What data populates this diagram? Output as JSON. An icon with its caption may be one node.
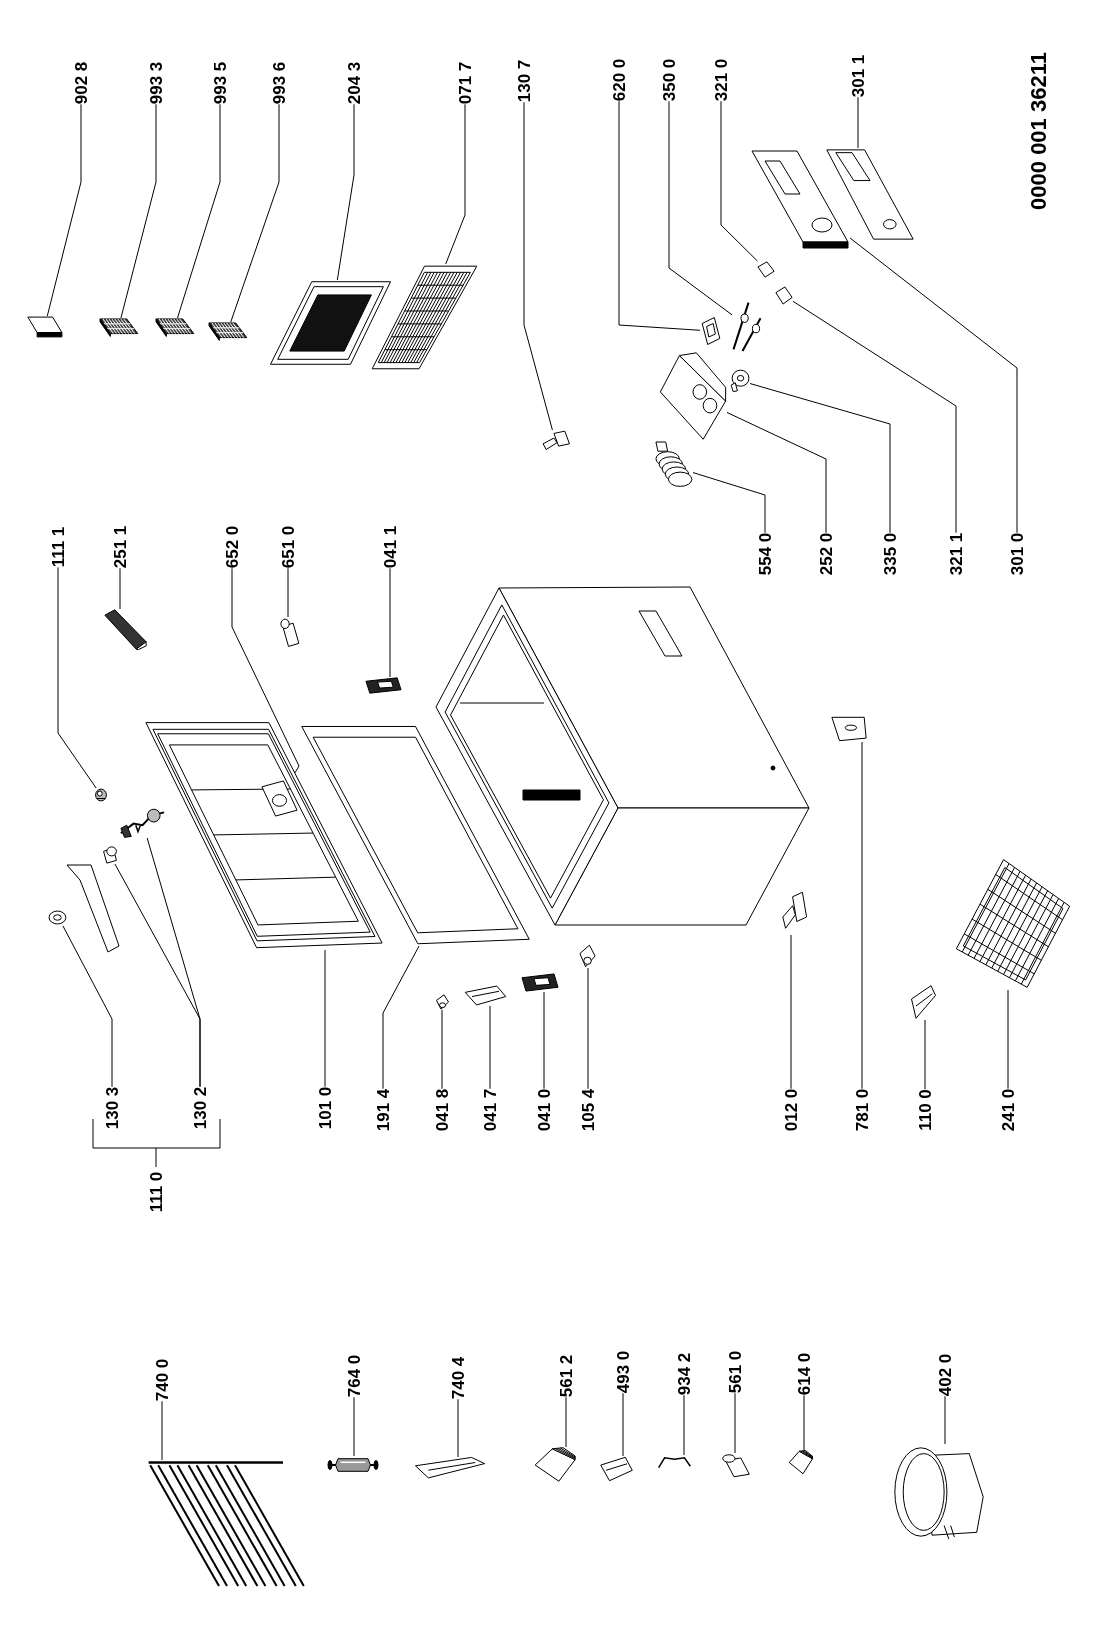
{
  "diagram": {
    "nodes": [
      {
        "text": [
          "902 8"
        ]
      },
      {
        "text": [],
        "shape": "picture"
      },
      {
        "text": [
          "993 3"
        ]
      },
      {
        "text": [],
        "shape": "picture"
      },
      {
        "text": [
          "993 5"
        ]
      },
      {
        "text": [],
        "shape": "picture"
      },
      {
        "text": [
          "993 6"
        ]
      },
      {
        "text": [],
        "shape": "picture"
      },
      {
        "text": [
          "204 3"
        ]
      },
      {
        "text": [],
        "shape": "picture"
      },
      {
        "text": [
          "071 7"
        ]
      },
      {
        "text": [],
        "shape": "picture"
      },
      {
        "text": [
          "130 7"
        ]
      },
      {
        "text": [],
        "shape": "picture"
      },
      {
        "text": [
          "620 0"
        ]
      },
      {
        "text": [],
        "shape": "picture"
      },
      {
        "text": [
          "350 0"
        ]
      },
      {
        "text": [],
        "shape": "picture"
      },
      {
        "text": [
          "321 0"
        ]
      },
      {
        "text": [],
        "shape": "picture"
      },
      {
        "text": [
          "301 1"
        ]
      },
      {
        "text": [],
        "shape": "picture"
      },
      {
        "text": [
          "111 1"
        ]
      },
      {
        "text": [],
        "shape": "picture"
      },
      {
        "text": [
          "251 1"
        ]
      },
      {
        "text": [],
        "shape": "picture"
      },
      {
        "text": [
          "652 0"
        ]
      },
      {
        "text": [],
        "shape": "picture",
        "in": 48
      },
      {
        "text": [
          "651 0"
        ]
      },
      {
        "text": [],
        "shape": "picture"
      },
      {
        "text": [
          "041 1"
        ]
      },
      {
        "text": [],
        "shape": "picture"
      },
      {
        "text": [
          "554 0"
        ]
      },
      {
        "text": [],
        "shape": "picture"
      },
      {
        "text": [
          "252 0"
        ]
      },
      {
        "text": [],
        "shape": "picture"
      },
      {
        "text": [
          "335 0"
        ]
      },
      {
        "text": [],
        "shape": "picture"
      },
      {
        "text": [
          "321 1"
        ]
      },
      {
        "text": [],
        "shape": "picture"
      },
      {
        "text": [
          "301 0"
        ]
      },
      {
        "text": [],
        "shape": "picture"
      },
      {
        "text": [
          "130 3"
        ]
      },
      {
        "text": [],
        "shape": "picture"
      },
      {
        "text": [
          "130 2"
        ]
      },
      {
        "text": [],
        "shape": "picture"
      },
      {
        "text": [],
        "shape": "picture"
      },
      {
        "text": [
          "101 0"
        ]
      },
      {
        "text": [],
        "shape": "picture"
      },
      {
        "text": [
          "191 4"
        ]
      },
      {
        "text": [],
        "shape": "picture"
      },
      {
        "text": [
          "041 8"
        ]
      },
      {
        "text": [],
        "shape": "picture"
      },
      {
        "text": [
          "041 7"
        ]
      },
      {
        "text": [],
        "shape": "picture"
      },
      {
        "text": [
          "041 0"
        ]
      },
      {
        "text": [],
        "shape": "picture"
      },
      {
        "text": [
          "105 4"
        ]
      },
      {
        "text": [],
        "shape": "picture"
      },
      {
        "text": [
          "012 0"
        ]
      },
      {
        "text": [],
        "shape": "picture"
      },
      {
        "text": [
          "781 0"
        ]
      },
      {
        "text": [],
        "shape": "picture"
      },
      {
        "text": [
          "110 0"
        ]
      },
      {
        "text": [],
        "shape": "picture"
      },
      {
        "text": [
          "241 0"
        ]
      },
      {
        "text": [],
        "shape": "picture"
      },
      {
        "text": [
          "740 0"
        ]
      },
      {
        "text": [],
        "shape": "picture"
      },
      {
        "text": [
          "764 0"
        ]
      },
      {
        "text": [],
        "shape": "picture"
      },
      {
        "text": [
          "740 4"
        ]
      },
      {
        "text": [],
        "shape": "picture"
      },
      {
        "text": [
          "561 2"
        ]
      },
      {
        "text": [],
        "shape": "picture"
      },
      {
        "text": [
          "493 0"
        ]
      },
      {
        "text": [],
        "shape": "picture"
      },
      {
        "text": [
          "934 2"
        ]
      },
      {
        "text": [],
        "shape": "picture"
      },
      {
        "text": [
          "561 0"
        ]
      },
      {
        "text": [],
        "shape": "picture"
      },
      {
        "text": [
          "614 0"
        ]
      },
      {
        "text": [],
        "shape": "picture"
      },
      {
        "text": [
          "402 0"
        ]
      },
      {
        "text": [],
        "shape": "picture"
      }
    ],
    "edges": [
      {
        "from": 0,
        "to": 1,
        "arrow": "none"
      },
      {
        "from": 2,
        "to": 3,
        "arrow": "none"
      },
      {
        "from": 4,
        "to": 5,
        "arrow": "none"
      },
      {
        "from": 6,
        "to": 7,
        "arrow": "none"
      },
      {
        "from": 8,
        "to": 9,
        "arrow": "none"
      },
      {
        "from": 10,
        "to": 11,
        "arrow": "none"
      },
      {
        "from": 12,
        "to": 13,
        "arrow": "none"
      },
      {
        "from": 14,
        "to": 15,
        "arrow": "none"
      },
      {
        "from": 16,
        "to": 17,
        "arrow": "none"
      },
      {
        "from": 18,
        "to": 19,
        "arrow": "none"
      },
      {
        "from": 20,
        "to": 21,
        "arrow": "none"
      },
      {
        "from": 22,
        "to": 23,
        "arrow": "none"
      },
      {
        "from": 24,
        "to": 25,
        "arrow": "none"
      },
      {
        "from": 26,
        "to": 27,
        "arrow": "none"
      },
      {
        "from": 28,
        "to": 29,
        "arrow": "none"
      },
      {
        "from": 30,
        "to": 31,
        "arrow": "none"
      },
      {
        "from": 32,
        "to": 33,
        "arrow": "none"
      },
      {
        "from": 34,
        "to": 35,
        "arrow": "none"
      },
      {
        "from": 36,
        "to": 37,
        "arrow": "none"
      },
      {
        "from": 38,
        "to": 39,
        "arrow": "none"
      },
      {
        "from": 40,
        "to": 41,
        "arrow": "none"
      },
      {
        "from": 42,
        "to": 43,
        "arrow": "none"
      },
      {
        "from": 44,
        "to": 45,
        "arrow": "none"
      },
      {
        "from": 44,
        "to": 46,
        "arrow": "none"
      },
      {
        "from": 47,
        "to": 48,
        "arrow": "none"
      },
      {
        "from": 49,
        "to": 50,
        "arrow": "none"
      },
      {
        "from": 51,
        "to": 52,
        "arrow": "none"
      },
      {
        "from": 53,
        "to": 54,
        "arrow": "none"
      },
      {
        "from": 55,
        "to": 56,
        "arrow": "none"
      },
      {
        "from": 57,
        "to": 58,
        "arrow": "none"
      },
      {
        "from": 59,
        "to": 60,
        "arrow": "none"
      },
      {
        "from": 61,
        "to": 62,
        "arrow": "none"
      },
      {
        "from": 63,
        "to": 64,
        "arrow": "none"
      },
      {
        "from": 65,
        "to": 66,
        "arrow": "none"
      },
      {
        "from": 67,
        "to": 68,
        "arrow": "none"
      },
      {
        "from": 69,
        "to": 70,
        "arrow": "none"
      },
      {
        "from": 71,
        "to": 72,
        "arrow": "none"
      },
      {
        "from": 73,
        "to": 74,
        "arrow": "none"
      },
      {
        "from": 75,
        "to": 76,
        "arrow": "none"
      },
      {
        "from": 77,
        "to": 78,
        "arrow": "none"
      },
      {
        "from": 79,
        "to": 80,
        "arrow": "none"
      },
      {
        "from": 81,
        "to": 82,
        "arrow": "none"
      },
      {
        "from": 83,
        "to": 84,
        "arrow": "none"
      }
    ],
    "labels": [
      "0000 001 36211",
      "111 0"
    ]
  }
}
